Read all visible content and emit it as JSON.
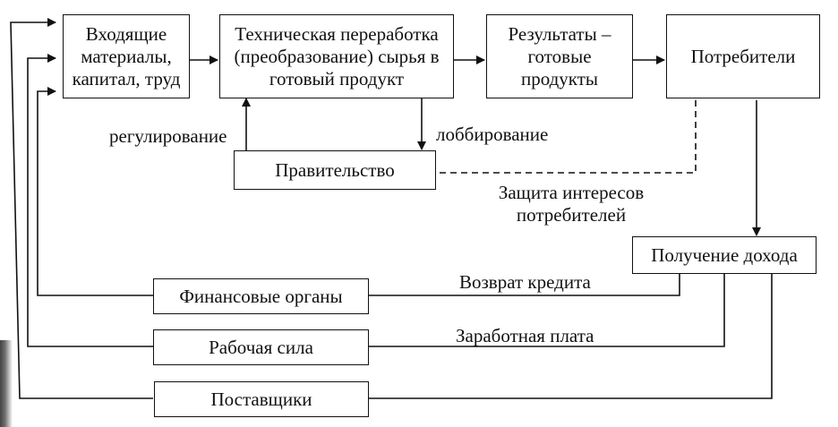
{
  "nodes": {
    "inputs": "Входящие материалы, капитал, труд",
    "processing": "Техническая переработка (преобразование) сырья в готовый продукт",
    "results": "Результаты – готовые продукты",
    "consumers": "Потребители",
    "government": "Правительство",
    "income": "Получение дохода",
    "finance": "Финансовые органы",
    "labor": "Рабочая сила",
    "suppliers": "Поставщики"
  },
  "edge_labels": {
    "regulation": "регулирование",
    "lobbying": "лоббирование",
    "consumer_protection": "Защита интересов потребителей",
    "loan_repayment": "Возврат кредита",
    "wages": "Заработная плата"
  },
  "edges": [
    {
      "from": "inputs",
      "to": "processing",
      "style": "solid",
      "arrow": true
    },
    {
      "from": "processing",
      "to": "results",
      "style": "solid",
      "arrow": true
    },
    {
      "from": "results",
      "to": "consumers",
      "style": "solid",
      "arrow": true
    },
    {
      "from": "government",
      "to": "processing",
      "label": "regulation",
      "style": "solid",
      "arrow": true
    },
    {
      "from": "processing",
      "to": "government",
      "label": "lobbying",
      "style": "solid",
      "arrow": true
    },
    {
      "from": "consumers",
      "to": "government",
      "label": "consumer_protection",
      "style": "dashed",
      "arrow": false
    },
    {
      "from": "consumers",
      "to": "income",
      "style": "solid",
      "arrow": true
    },
    {
      "from": "income",
      "to": "finance",
      "label": "loan_repayment",
      "style": "solid",
      "arrow": false
    },
    {
      "from": "income",
      "to": "labor",
      "label": "wages",
      "style": "solid",
      "arrow": false
    },
    {
      "from": "income",
      "to": "suppliers",
      "style": "solid",
      "arrow": false
    },
    {
      "from": "finance",
      "to": "inputs",
      "style": "solid",
      "arrow": true
    },
    {
      "from": "labor",
      "to": "inputs",
      "style": "solid",
      "arrow": true
    },
    {
      "from": "suppliers",
      "to": "inputs",
      "style": "solid",
      "arrow": true
    }
  ]
}
